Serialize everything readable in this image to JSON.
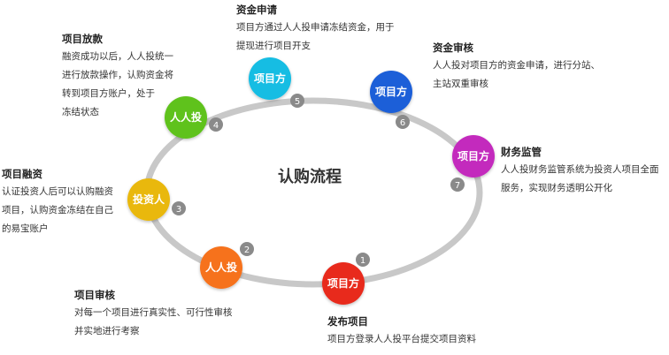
{
  "center_title": "认购流程",
  "colors": {
    "ring": "#c8c8c8",
    "badge": "#8a8a8a",
    "red": "#e8291c",
    "orange": "#f6721b",
    "yellow": "#e9b80f",
    "green": "#5fc21e",
    "cyan": "#13bde3",
    "blue": "#1c5fd8",
    "purple": "#c32bbd"
  },
  "nodes": [
    {
      "label": "项目方",
      "num": "1",
      "color": "red"
    },
    {
      "label": "人人投",
      "num": "2",
      "color": "orange"
    },
    {
      "label": "投资人",
      "num": "3",
      "color": "yellow"
    },
    {
      "label": "人人投",
      "num": "4",
      "color": "green"
    },
    {
      "label": "项目方",
      "num": "5",
      "color": "cyan"
    },
    {
      "label": "项目方",
      "num": "6",
      "color": "blue"
    },
    {
      "label": "项目方",
      "num": "7",
      "color": "purple"
    }
  ],
  "steps": [
    {
      "title": "发布项目",
      "lines": [
        "项目方登录人人投平台提交项目资料"
      ]
    },
    {
      "title": "项目审核",
      "lines": [
        "对每一个项目进行真实性、可行性审核",
        "并实地进行考察"
      ]
    },
    {
      "title": "项目融资",
      "lines": [
        "认证投资人后可以认购融资",
        "项目，认购资金冻结在自己",
        "的易宝账户"
      ]
    },
    {
      "title": "项目放款",
      "lines": [
        "融资成功以后，人人投统一",
        "进行放款操作，认购资金将",
        "转到项目方账户，处于",
        "冻结状态"
      ]
    },
    {
      "title": "资金申请",
      "lines": [
        "项目方通过人人投申请冻结资金，用于",
        "提现进行项目开支"
      ]
    },
    {
      "title": "资金审核",
      "lines": [
        "人人投对项目方的资金申请，进行分站、",
        "主站双重审核"
      ]
    },
    {
      "title": "财务监管",
      "lines": [
        "人人投财务监管系统为投资人项目全面",
        "服务，实现财务透明公开化"
      ]
    }
  ]
}
